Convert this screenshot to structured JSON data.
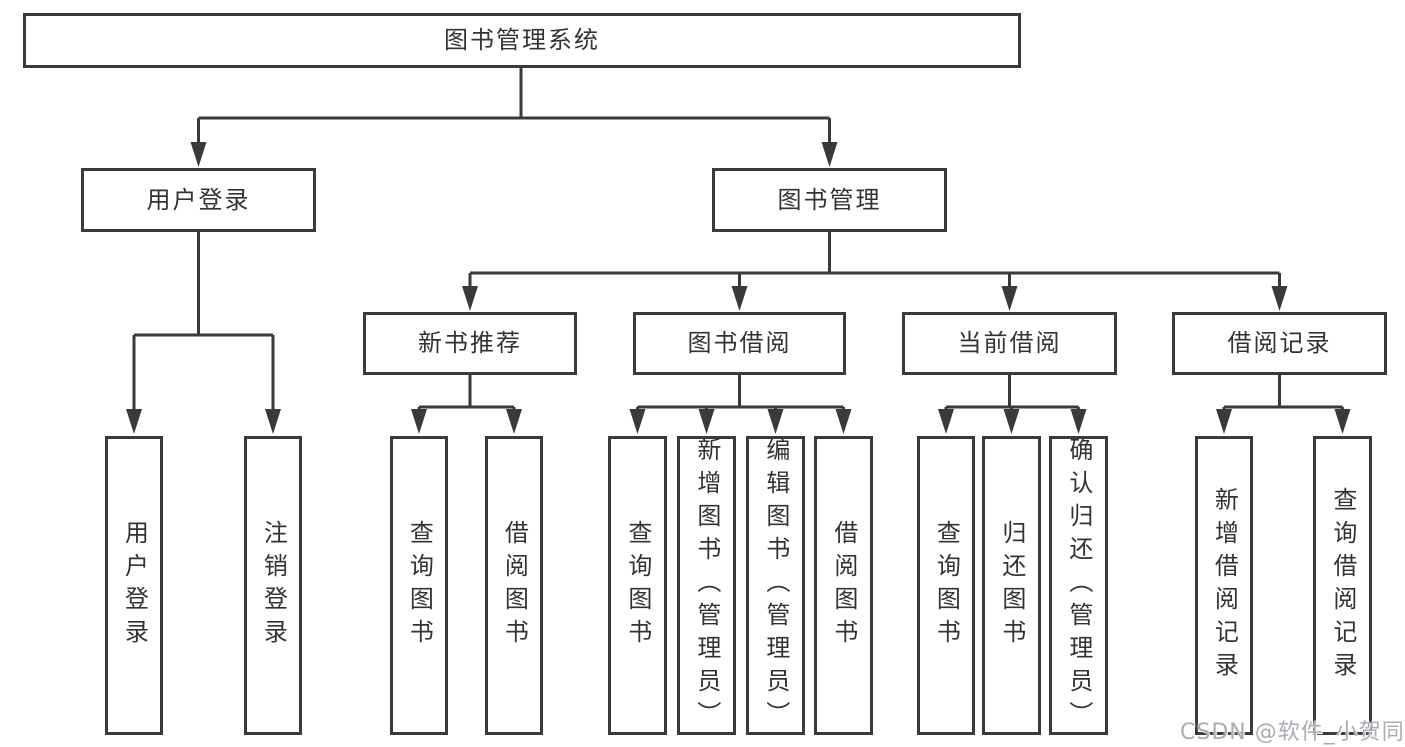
{
  "colors": {
    "line": "#3a3a3a",
    "text": "#333333",
    "background": "#ffffff",
    "watermark": "#a9adb3"
  },
  "diagram": {
    "root": "图书管理系统",
    "branches": [
      {
        "label": "用户登录",
        "leaves": [
          "用户登录",
          "注销登录"
        ]
      },
      {
        "label": "图书管理",
        "groups": [
          {
            "label": "新书推荐",
            "leaves": [
              "查询图书",
              "借阅图书"
            ]
          },
          {
            "label": "图书借阅",
            "leaves": [
              "查询图书",
              "新增图书（管理员）",
              "编辑图书（管理员）",
              "借阅图书"
            ]
          },
          {
            "label": "当前借阅",
            "leaves": [
              "查询图书",
              "归还图书",
              "确认归还（管理员）"
            ]
          },
          {
            "label": "借阅记录",
            "leaves": [
              "新增借阅记录",
              "查询借阅记录"
            ]
          }
        ]
      }
    ]
  },
  "watermark": "CSDN @软件_小贺同学"
}
